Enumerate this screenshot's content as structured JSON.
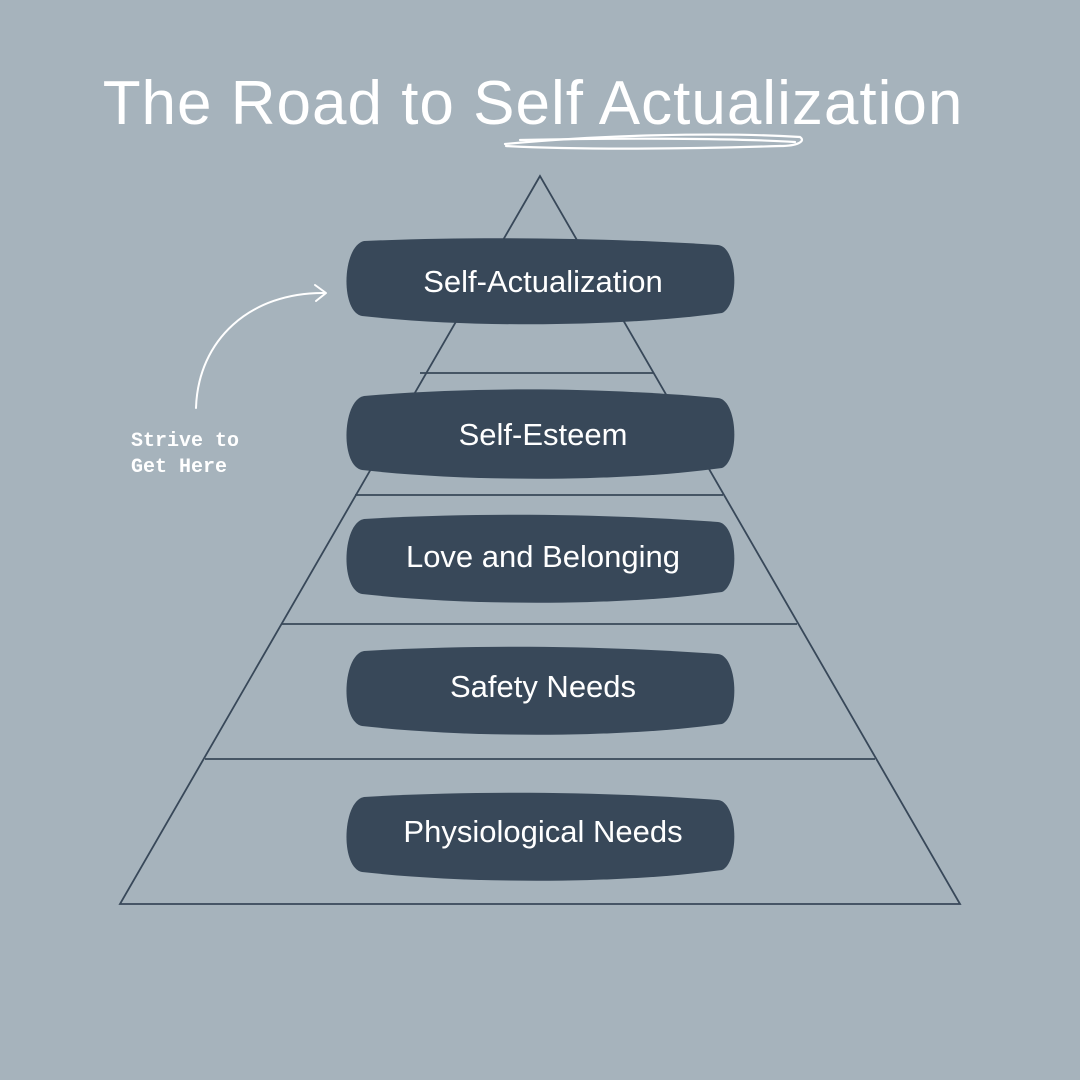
{
  "title_part1": "The Road to ",
  "title_part2": "Self Actualization",
  "levels": [
    "Self-Actualization",
    "Self-Esteem",
    "Love and Belonging",
    "Safety Needs",
    "Physiological Needs"
  ],
  "annotation": {
    "line1": "Strive to",
    "line2": "Get Here"
  },
  "colors": {
    "background": "#a6b3bc",
    "pill": "#384859",
    "outline": "#384859",
    "text": "#ffffff"
  }
}
